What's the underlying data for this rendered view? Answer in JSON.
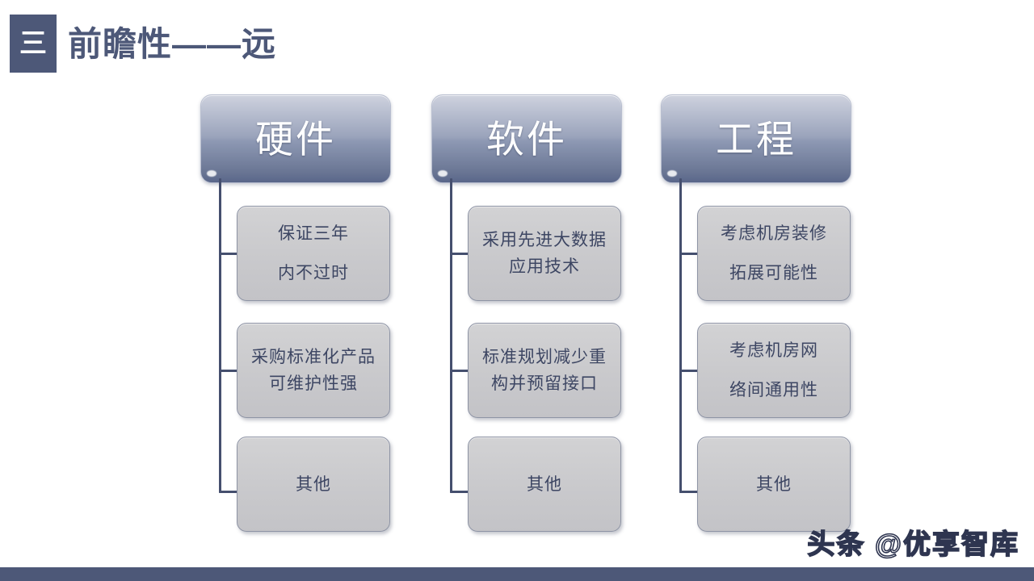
{
  "header": {
    "badge_icon": "three-strokes-numeral",
    "badge_label": "三",
    "title": "前瞻性——远"
  },
  "colors": {
    "accent": "#4d5878",
    "category_gradient_top": "#cfd3de",
    "category_gradient_bottom": "#59668a",
    "child_box": "#c9c9cc",
    "text_dark": "#3d4663",
    "connector": "#454f6e",
    "footer_bar": "#4d5878"
  },
  "columns": [
    {
      "id": "hardware",
      "category": "硬件",
      "items": [
        {
          "id": "hw-item-1",
          "lines": [
            "保证三年",
            "内不过时"
          ],
          "spacing": "wide"
        },
        {
          "id": "hw-item-2",
          "lines": [
            "采购标准化产品",
            "可维护性强"
          ],
          "spacing": "narrow"
        },
        {
          "id": "hw-item-3",
          "lines": [
            "其他"
          ],
          "spacing": "narrow"
        }
      ]
    },
    {
      "id": "software",
      "category": "软件",
      "items": [
        {
          "id": "sw-item-1",
          "lines": [
            "采用先进大数据",
            "应用技术"
          ],
          "spacing": "narrow"
        },
        {
          "id": "sw-item-2",
          "lines": [
            "标准规划减少重",
            "构并预留接口"
          ],
          "spacing": "narrow"
        },
        {
          "id": "sw-item-3",
          "lines": [
            "其他"
          ],
          "spacing": "narrow"
        }
      ]
    },
    {
      "id": "engineering",
      "category": "工程",
      "items": [
        {
          "id": "eng-item-1",
          "lines": [
            "考虑机房装修",
            "拓展可能性"
          ],
          "spacing": "wide"
        },
        {
          "id": "eng-item-2",
          "lines": [
            "考虑机房网",
            "络间通用性"
          ],
          "spacing": "wide"
        },
        {
          "id": "eng-item-3",
          "lines": [
            "其他"
          ],
          "spacing": "narrow"
        }
      ]
    }
  ],
  "watermark": {
    "text": "头条 @优享智库"
  }
}
